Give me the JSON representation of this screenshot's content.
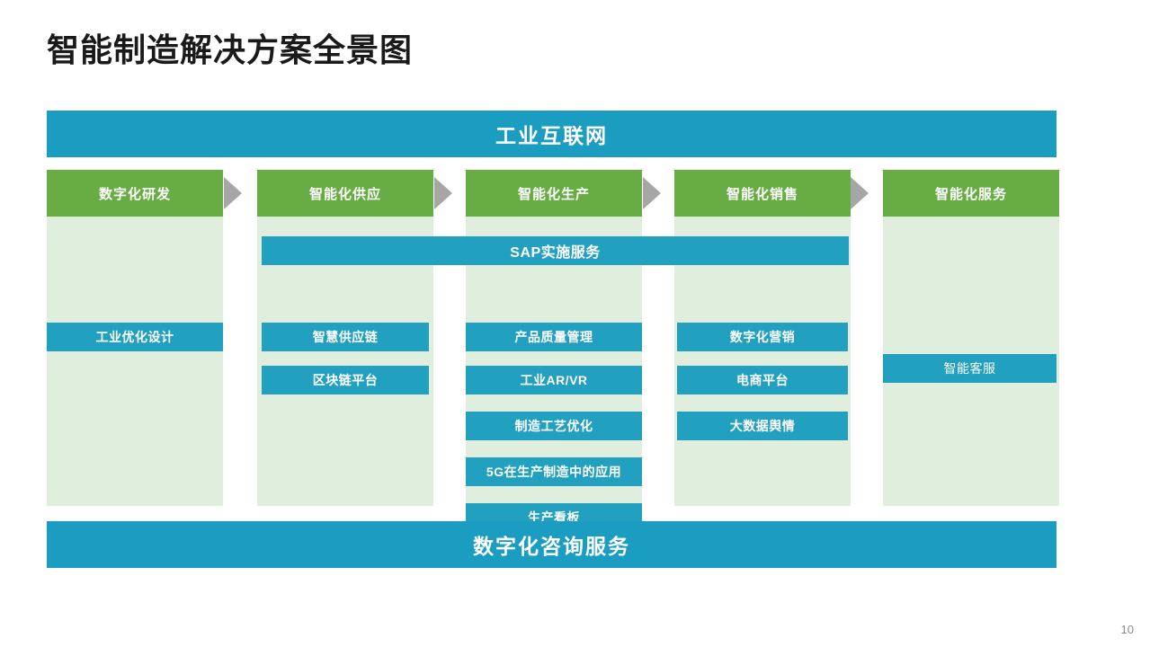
{
  "slide": {
    "title": "智能制造解决方案全景图",
    "page_number": "10",
    "top_banner": "工业互联网",
    "bottom_banner": "数字化咨询服务",
    "spanning_item": "SAP实施服务",
    "colors": {
      "teal": "#1b9dc1",
      "chip_teal": "#22a0c0",
      "green": "#68ac44",
      "light_green": "#dfeedd",
      "arrow_gray": "#a6a6a6"
    },
    "columns": [
      {
        "header": "数字化研发",
        "items": [
          "工业优化设计"
        ]
      },
      {
        "header": "智能化供应",
        "items": [
          "智慧供应链",
          "区块链平台"
        ]
      },
      {
        "header": "智能化生产",
        "items": [
          "产品质量管理",
          "工业AR/VR",
          "制造工艺优化",
          "5G在生产制造中的应用",
          "生产看板"
        ]
      },
      {
        "header": "智能化销售",
        "items": [
          "数字化营销",
          "电商平台",
          "大数据舆情"
        ]
      },
      {
        "header": "智能化服务",
        "items": [
          "智能客服"
        ]
      }
    ]
  }
}
